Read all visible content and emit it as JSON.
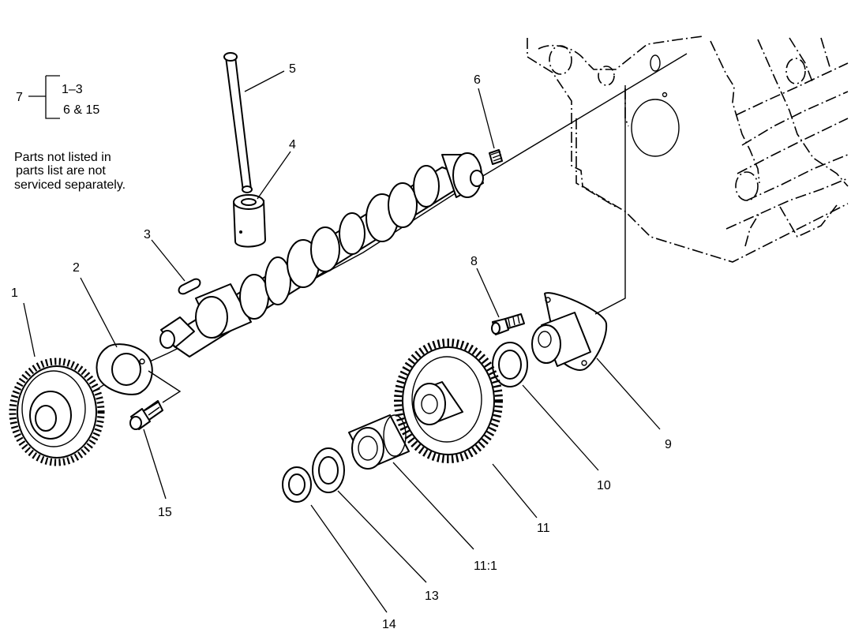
{
  "notes": {
    "group_number": "7",
    "group_range_1": "1–3",
    "group_range_2": "6 & 15",
    "footnote_line_1": "Parts not listed in",
    "footnote_line_2": "parts list are not",
    "footnote_line_3": "serviced separately."
  },
  "callouts": {
    "c1": "1",
    "c2": "2",
    "c3": "3",
    "c4": "4",
    "c5": "5",
    "c6": "6",
    "c8": "8",
    "c9": "9",
    "c10": "10",
    "c11": "11",
    "c11_1": "11:1",
    "c13": "13",
    "c14": "14",
    "c15": "15"
  },
  "icons": [
    "camshaft",
    "gear",
    "thrust-plate",
    "bolt",
    "tappet",
    "push-rod",
    "woodruff-key",
    "plug",
    "bushing",
    "washer",
    "snap-ring",
    "engine-block"
  ]
}
